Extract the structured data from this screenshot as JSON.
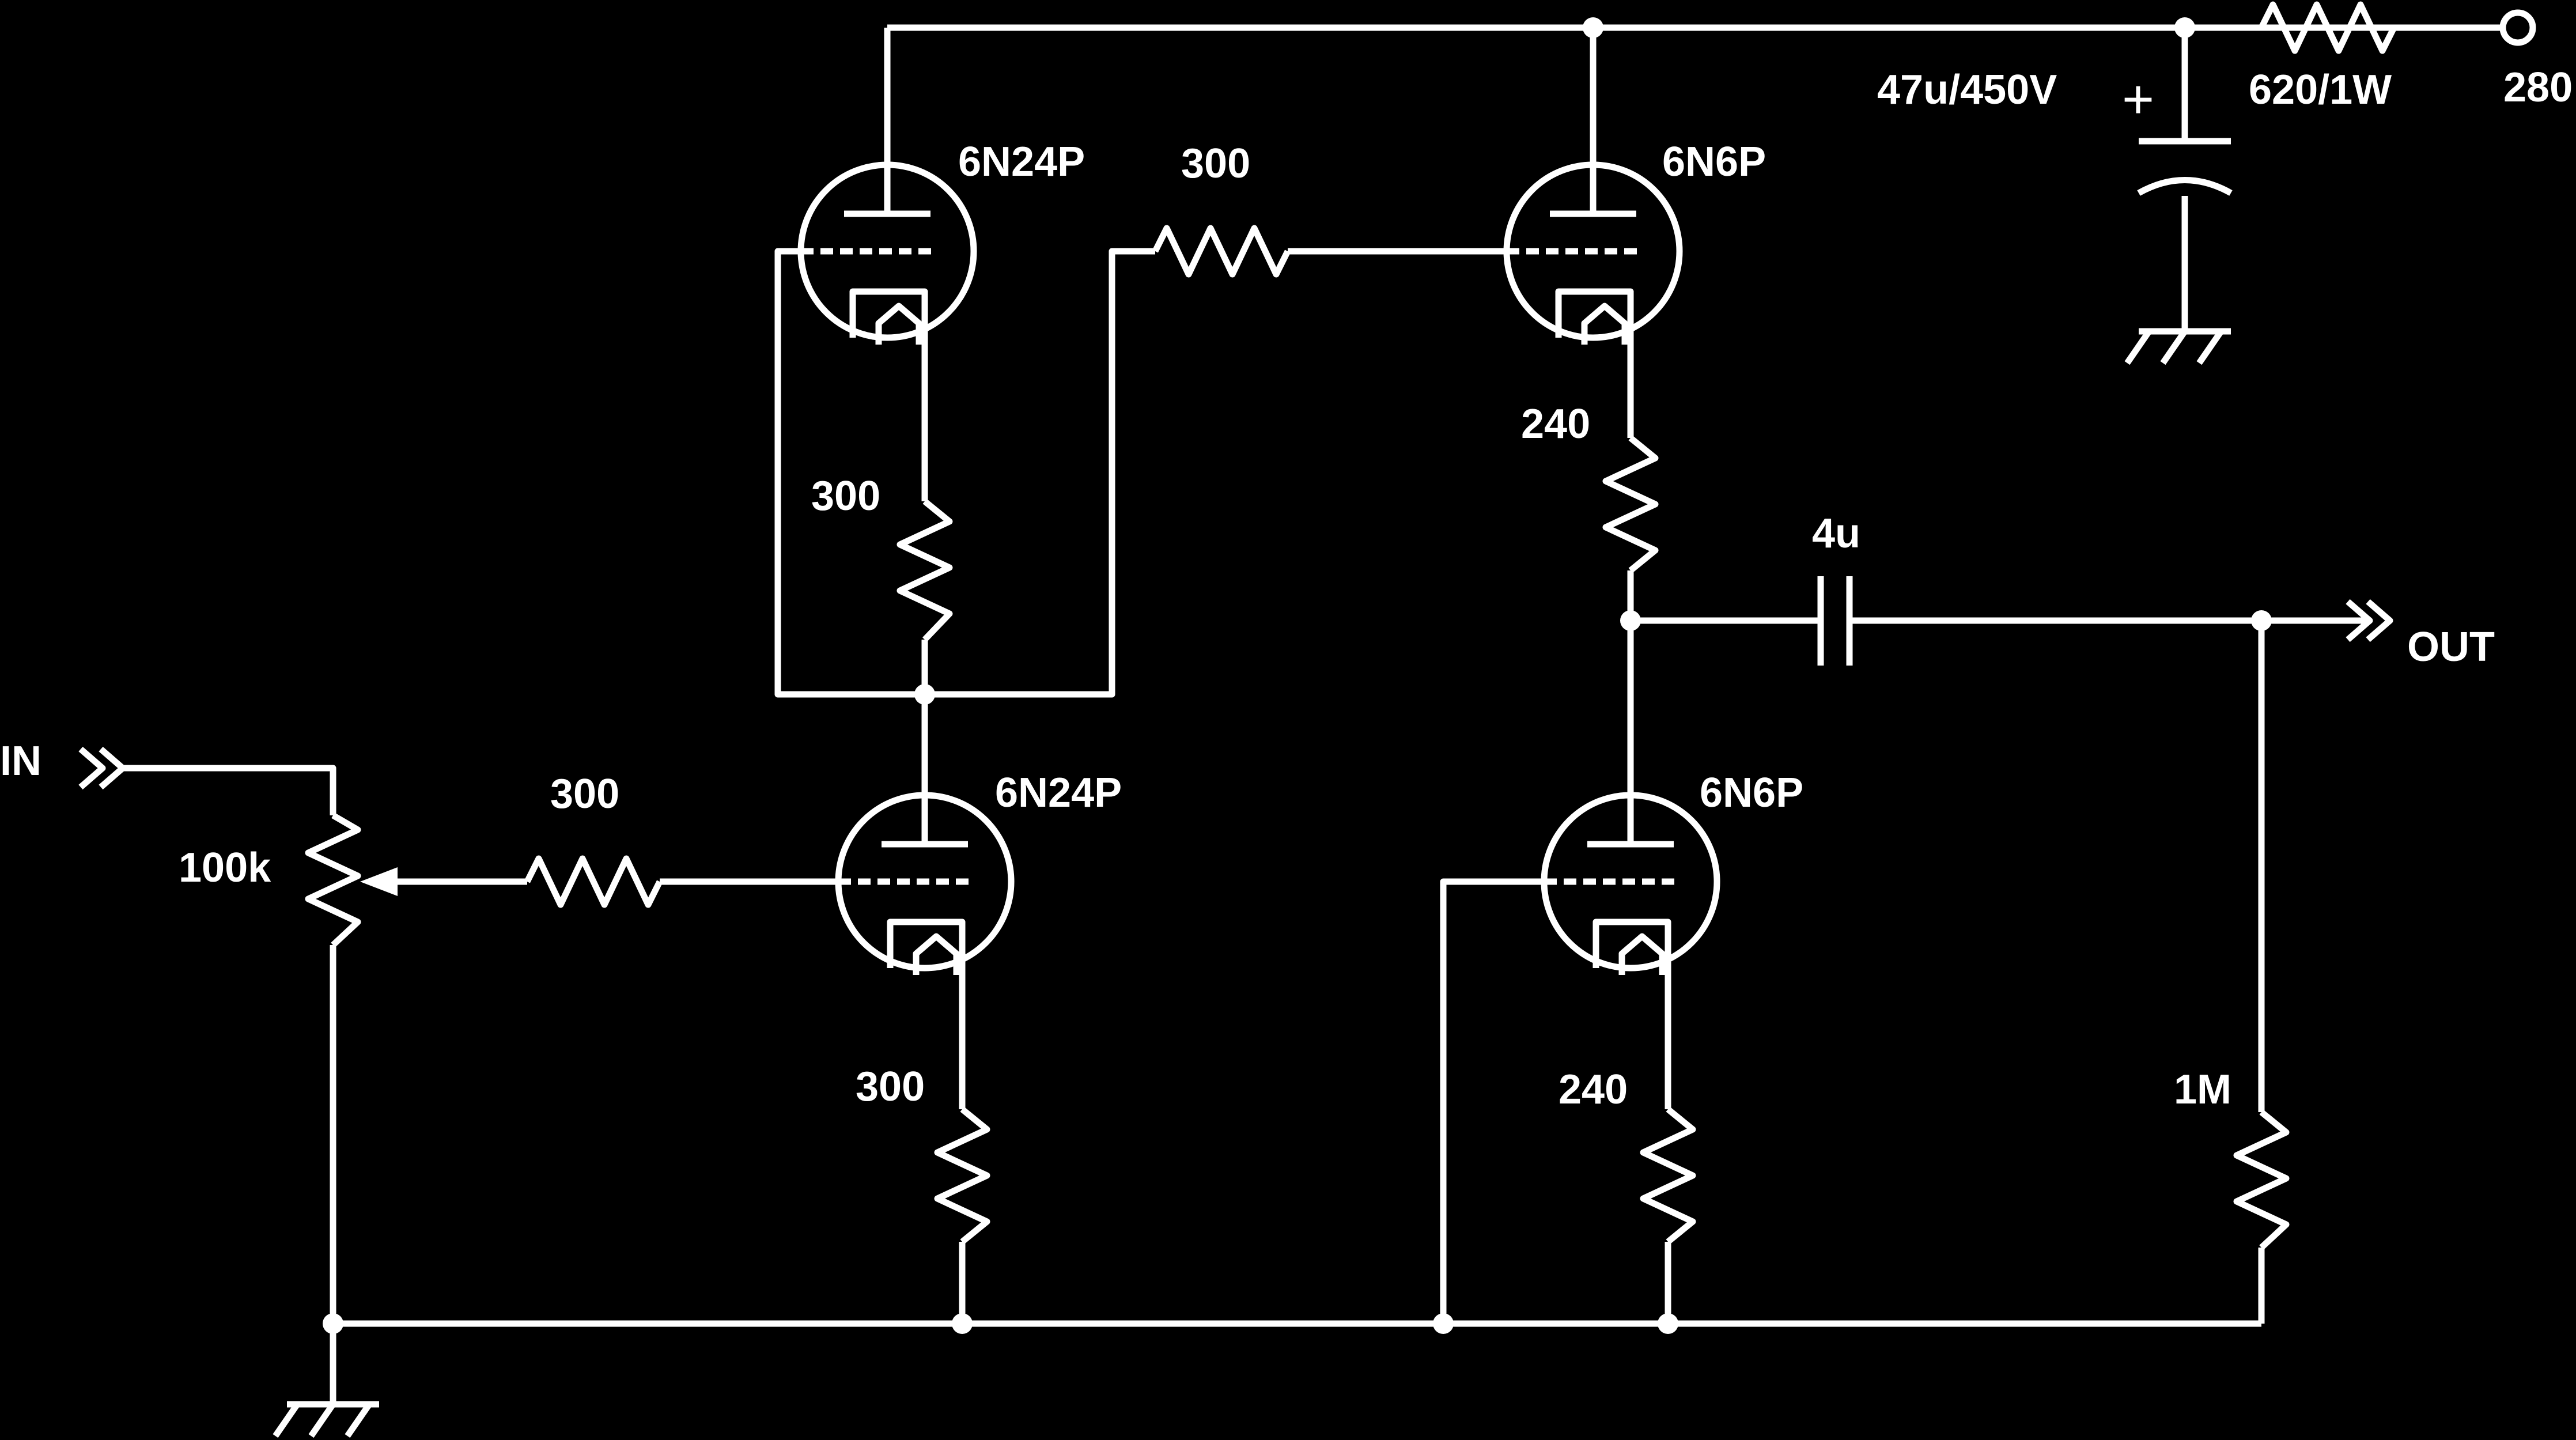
{
  "colors": {
    "background": "#000000",
    "ink": "#ffffff"
  },
  "labels": {
    "v1_tube": "6N24P",
    "v2_tube": "6N6P",
    "v3_tube": "6N24P",
    "v4_tube": "6N6P",
    "r_grid_v2": "300",
    "r_v1_cathode": "300",
    "r_grid_v3": "300",
    "r_v3_cathode": "300",
    "r_v2_cathode": "240",
    "r_v4_cathode": "240",
    "r_out": "1M",
    "pot": "100k",
    "cap_filter": "47u/450V",
    "cap_filter_plus": "+",
    "r_supply": "620/1W",
    "supply_voltage": "280",
    "cap_out": "4u",
    "port_in": "IN",
    "port_out": "OUT"
  },
  "icons": [
    "triode-tube-icon",
    "resistor-icon",
    "potentiometer-icon",
    "capacitor-icon",
    "electrolytic-capacitor-icon",
    "ground-icon",
    "port-arrow-icon",
    "terminal-icon"
  ]
}
